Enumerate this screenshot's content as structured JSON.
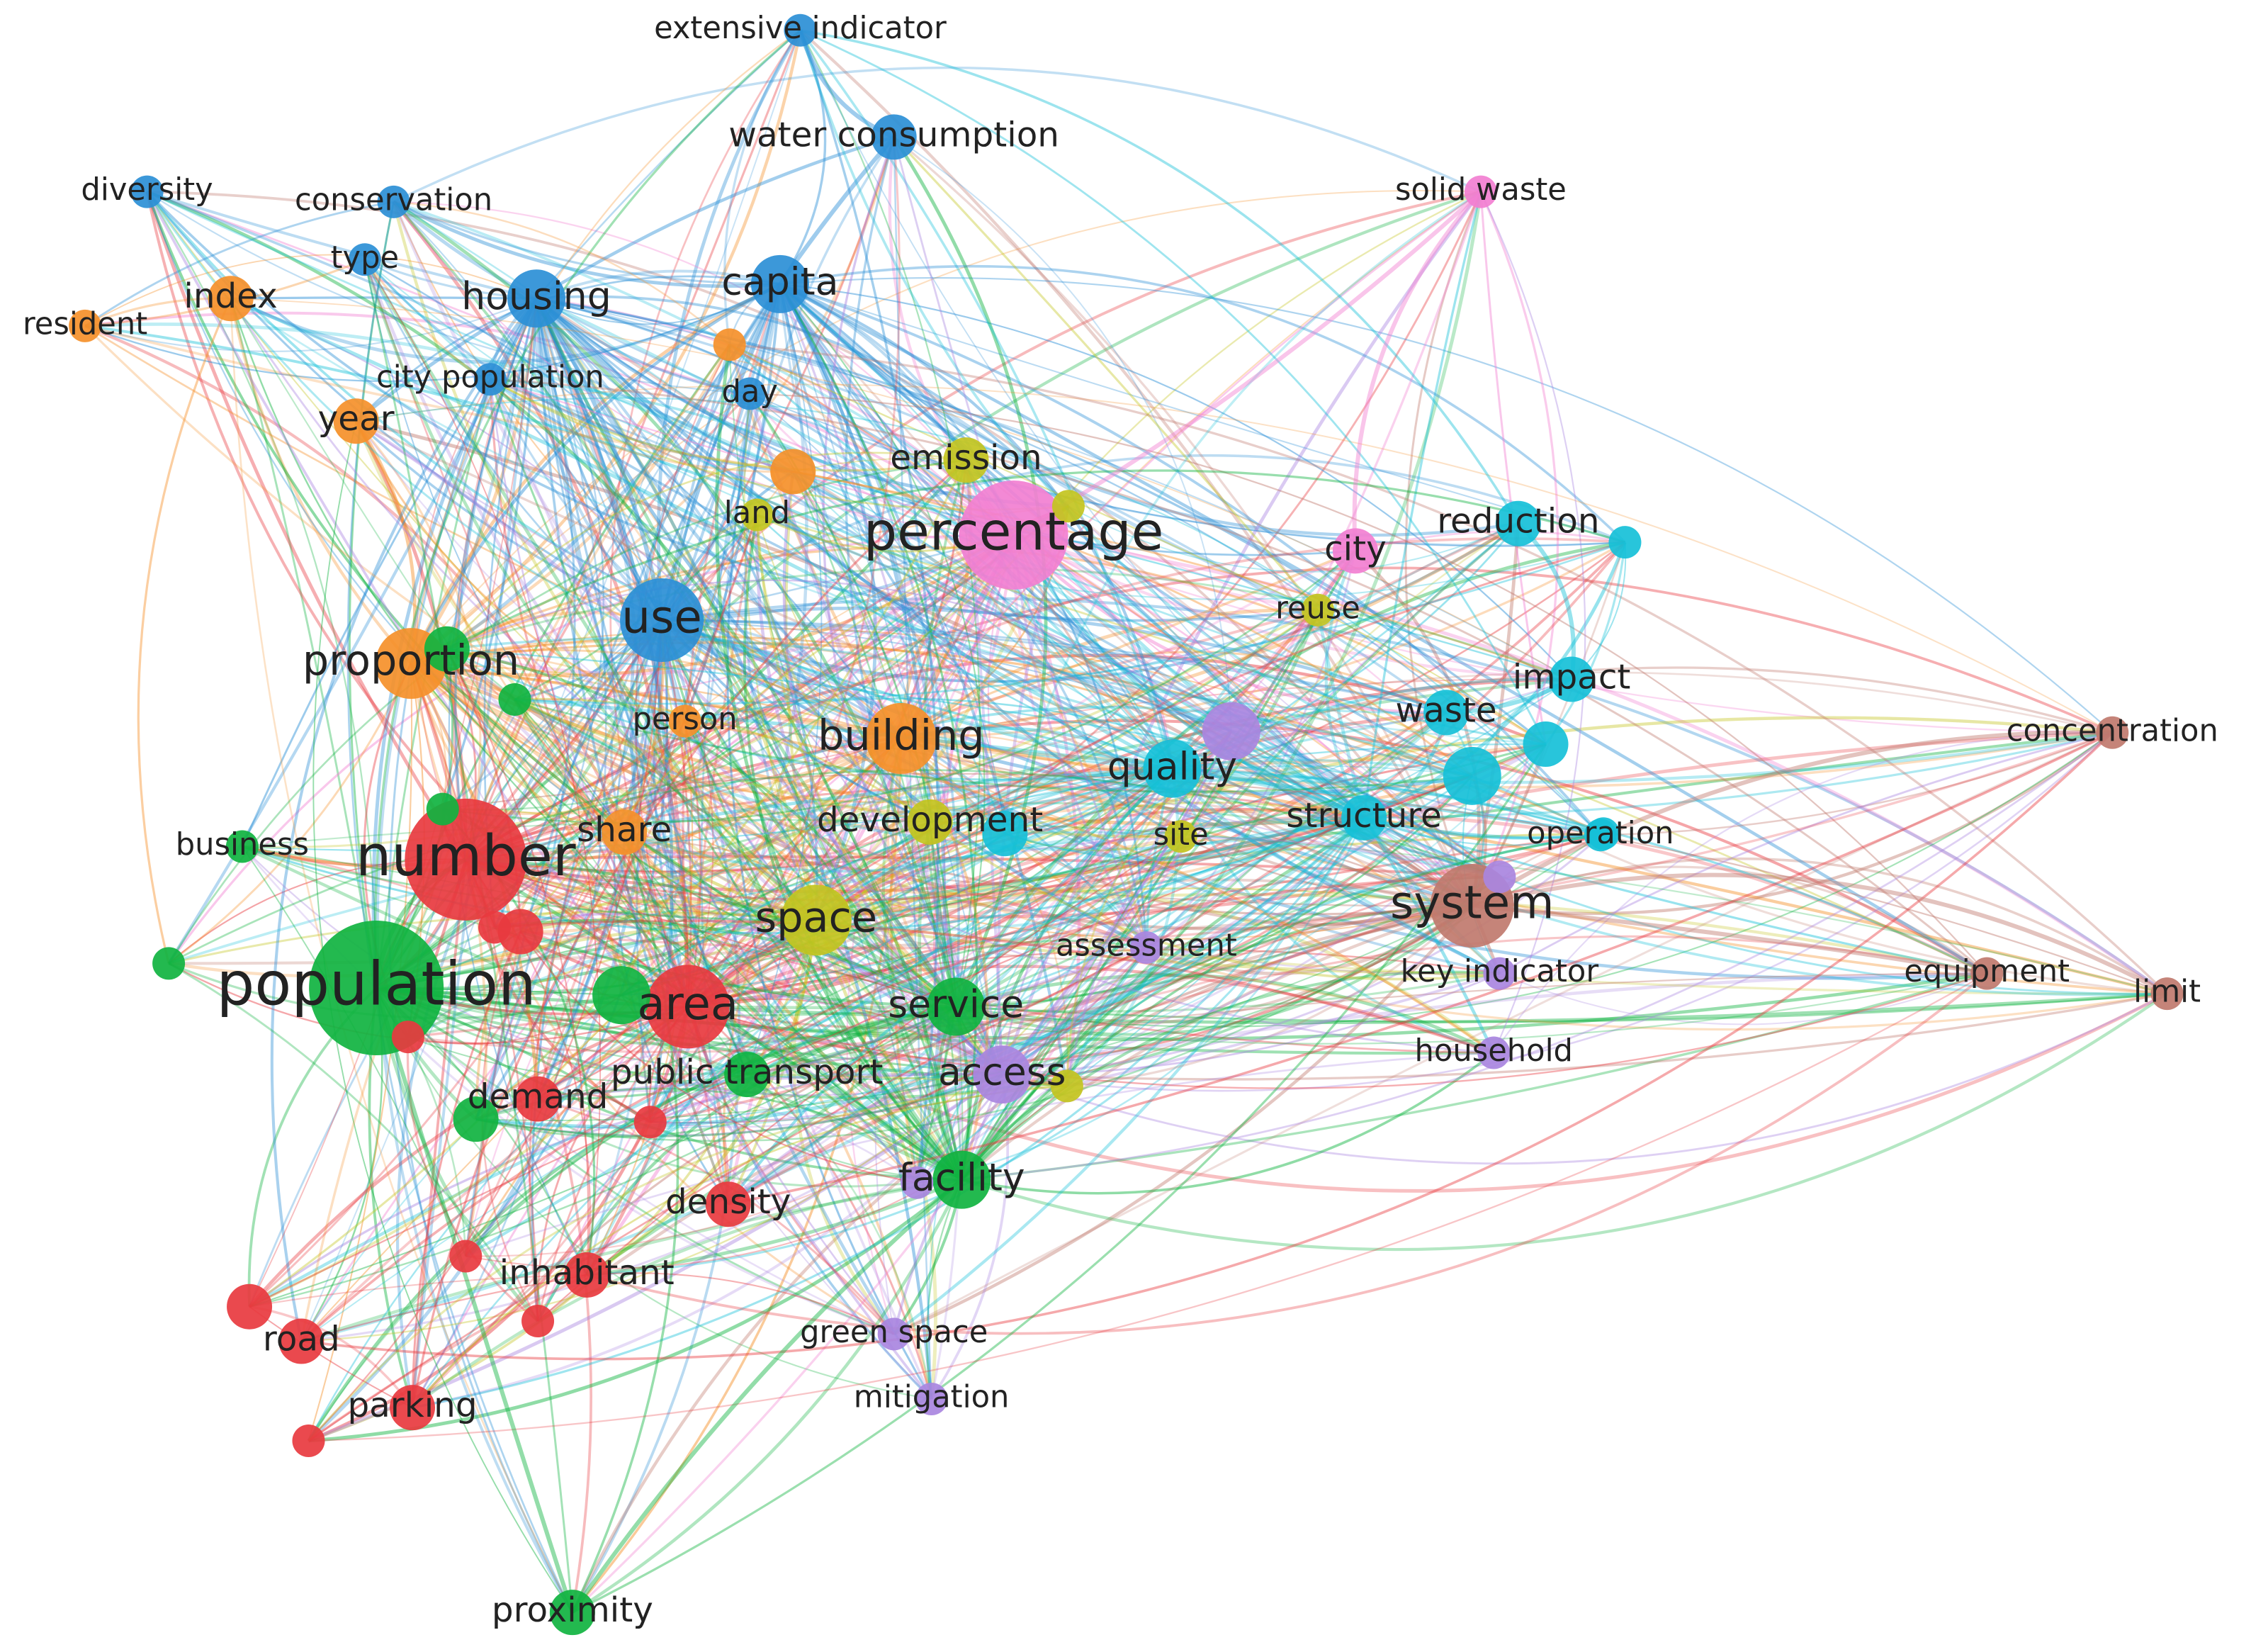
{
  "colors": {
    "red": "#e8393f",
    "green": "#10b340",
    "blue": "#2b8fd6",
    "yellow": "#c3c41f",
    "purple": "#a985e0",
    "cyan": "#16c0d8",
    "orange": "#f5902a",
    "brown": "#c07a6e",
    "pink": "#f27fd1"
  },
  "nodes": [
    {
      "id": "extensive_indicator",
      "label": "extensive indicator",
      "cluster": "blue",
      "weight": 1
    },
    {
      "id": "water_consumption",
      "label": "water consumption",
      "cluster": "blue",
      "weight": 2
    },
    {
      "id": "diversity",
      "label": "diversity",
      "cluster": "blue",
      "weight": 1
    },
    {
      "id": "conservation",
      "label": "conservation",
      "cluster": "blue",
      "weight": 1
    },
    {
      "id": "type",
      "label": "type",
      "cluster": "blue",
      "weight": 1
    },
    {
      "id": "housing",
      "label": "housing",
      "cluster": "blue",
      "weight": 3
    },
    {
      "id": "capita",
      "label": "capita",
      "cluster": "blue",
      "weight": 3
    },
    {
      "id": "city_population",
      "label": "city population",
      "cluster": "blue",
      "weight": 1
    },
    {
      "id": "day",
      "label": "day",
      "cluster": "blue",
      "weight": 1
    },
    {
      "id": "use",
      "label": "use",
      "cluster": "blue",
      "weight": 5
    },
    {
      "id": "index",
      "label": "index",
      "cluster": "orange",
      "weight": 2
    },
    {
      "id": "resident",
      "label": "resident",
      "cluster": "orange",
      "weight": 1
    },
    {
      "id": "year",
      "label": "year",
      "cluster": "orange",
      "weight": 2
    },
    {
      "id": "proportion",
      "label": "proportion",
      "cluster": "orange",
      "weight": 4
    },
    {
      "id": "person",
      "label": "person",
      "cluster": "orange",
      "weight": 1
    },
    {
      "id": "building",
      "label": "building",
      "cluster": "orange",
      "weight": 4
    },
    {
      "id": "share",
      "label": "share",
      "cluster": "orange",
      "weight": 2
    },
    {
      "id": "land",
      "label": "land",
      "cluster": "yellow",
      "weight": 1
    },
    {
      "id": "emission",
      "label": "emission",
      "cluster": "yellow",
      "weight": 2
    },
    {
      "id": "space",
      "label": "space",
      "cluster": "yellow",
      "weight": 4
    },
    {
      "id": "development",
      "label": "development",
      "cluster": "yellow",
      "weight": 2
    },
    {
      "id": "site",
      "label": "site",
      "cluster": "yellow",
      "weight": 1
    },
    {
      "id": "solid_waste",
      "label": "solid waste",
      "cluster": "pink",
      "weight": 1
    },
    {
      "id": "percentage",
      "label": "percentage",
      "cluster": "pink",
      "weight": 7
    },
    {
      "id": "city",
      "label": "city",
      "cluster": "pink",
      "weight": 2
    },
    {
      "id": "reuse",
      "label": "reuse",
      "cluster": "yellow",
      "weight": 1
    },
    {
      "id": "reduction",
      "label": "reduction",
      "cluster": "cyan",
      "weight": 2
    },
    {
      "id": "impact",
      "label": "impact",
      "cluster": "cyan",
      "weight": 2
    },
    {
      "id": "waste",
      "label": "waste",
      "cluster": "cyan",
      "weight": 2
    },
    {
      "id": "quality",
      "label": "quality",
      "cluster": "cyan",
      "weight": 3
    },
    {
      "id": "structure",
      "label": "structure",
      "cluster": "cyan",
      "weight": 2
    },
    {
      "id": "operation",
      "label": "operation",
      "cluster": "cyan",
      "weight": 1
    },
    {
      "id": "concentration",
      "label": "concentration",
      "cluster": "brown",
      "weight": 1
    },
    {
      "id": "system",
      "label": "system",
      "cluster": "brown",
      "weight": 5
    },
    {
      "id": "equipment",
      "label": "equipment",
      "cluster": "brown",
      "weight": 1
    },
    {
      "id": "limit",
      "label": "limit",
      "cluster": "brown",
      "weight": 1
    },
    {
      "id": "key_indicator",
      "label": "key indicator",
      "cluster": "purple",
      "weight": 1
    },
    {
      "id": "household",
      "label": "household",
      "cluster": "purple",
      "weight": 1
    },
    {
      "id": "assessment",
      "label": "assessment",
      "cluster": "purple",
      "weight": 1
    },
    {
      "id": "access",
      "label": "access",
      "cluster": "purple",
      "weight": 3
    },
    {
      "id": "green_space",
      "label": "green space",
      "cluster": "purple",
      "weight": 1
    },
    {
      "id": "mitigation",
      "label": "mitigation",
      "cluster": "purple",
      "weight": 1
    },
    {
      "id": "business",
      "label": "business",
      "cluster": "green",
      "weight": 1
    },
    {
      "id": "number",
      "label": "number",
      "cluster": "red",
      "weight": 8
    },
    {
      "id": "population",
      "label": "population",
      "cluster": "green",
      "weight": 9
    },
    {
      "id": "area",
      "label": "area",
      "cluster": "red",
      "weight": 5
    },
    {
      "id": "service",
      "label": "service",
      "cluster": "green",
      "weight": 3
    },
    {
      "id": "public_transport",
      "label": "public transport",
      "cluster": "green",
      "weight": 2
    },
    {
      "id": "demand",
      "label": "demand",
      "cluster": "red",
      "weight": 2
    },
    {
      "id": "facility",
      "label": "facility",
      "cluster": "green",
      "weight": 3
    },
    {
      "id": "density",
      "label": "density",
      "cluster": "red",
      "weight": 2
    },
    {
      "id": "inhabitant",
      "label": "inhabitant",
      "cluster": "red",
      "weight": 2
    },
    {
      "id": "road",
      "label": "road",
      "cluster": "red",
      "weight": 2
    },
    {
      "id": "parking",
      "label": "parking",
      "cluster": "red",
      "weight": 2
    },
    {
      "id": "proximity",
      "label": "proximity",
      "cluster": "green",
      "weight": 2
    }
  ],
  "unlabeled_nodes": [
    {
      "id": "u1",
      "cluster": "orange",
      "weight": 1
    },
    {
      "id": "u2",
      "cluster": "orange",
      "weight": 2
    },
    {
      "id": "u3",
      "cluster": "yellow",
      "weight": 1
    },
    {
      "id": "u4",
      "cluster": "green",
      "weight": 2
    },
    {
      "id": "u5",
      "cluster": "green",
      "weight": 1
    },
    {
      "id": "u6",
      "cluster": "green",
      "weight": 1
    },
    {
      "id": "u7",
      "cluster": "red",
      "weight": 2
    },
    {
      "id": "u8",
      "cluster": "green",
      "weight": 3
    },
    {
      "id": "u9",
      "cluster": "red",
      "weight": 1
    },
    {
      "id": "u10",
      "cluster": "red",
      "weight": 1
    },
    {
      "id": "u11",
      "cluster": "green",
      "weight": 2
    },
    {
      "id": "u12",
      "cluster": "red",
      "weight": 1
    },
    {
      "id": "u13",
      "cluster": "green",
      "weight": 1
    },
    {
      "id": "u14",
      "cluster": "red",
      "weight": 1
    },
    {
      "id": "u15",
      "cluster": "red",
      "weight": 1
    },
    {
      "id": "u16",
      "cluster": "red",
      "weight": 2
    },
    {
      "id": "u17",
      "cluster": "red",
      "weight": 1
    },
    {
      "id": "u18",
      "cluster": "purple",
      "weight": 3
    },
    {
      "id": "u19",
      "cluster": "cyan",
      "weight": 3
    },
    {
      "id": "u20",
      "cluster": "cyan",
      "weight": 2
    },
    {
      "id": "u21",
      "cluster": "cyan",
      "weight": 2
    },
    {
      "id": "u22",
      "cluster": "cyan",
      "weight": 1
    },
    {
      "id": "u23",
      "cluster": "yellow",
      "weight": 1
    },
    {
      "id": "u24",
      "cluster": "purple",
      "weight": 1
    },
    {
      "id": "u25",
      "cluster": "purple",
      "weight": 1
    },
    {
      "id": "u26",
      "cluster": "cyan",
      "weight": 1
    }
  ]
}
